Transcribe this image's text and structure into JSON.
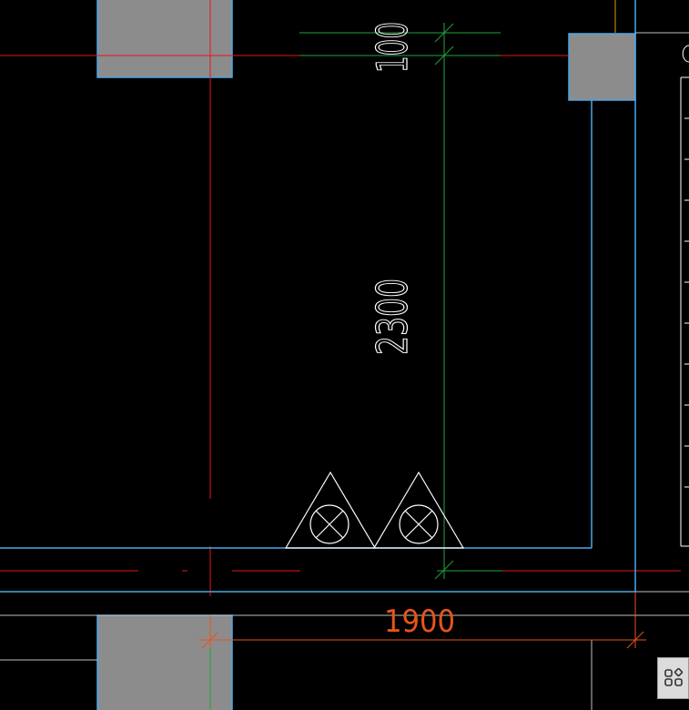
{
  "drawing": {
    "dim_top_vertical": "100",
    "dim_middle_vertical": "2300",
    "dim_bottom_horizontal": "1900",
    "fixture_symbol": "light-fixture-triangle-cross-icon"
  },
  "colors": {
    "background": "#000000",
    "axis_red": "#e8141b",
    "dim_green": "#1fa33b",
    "wall_blue": "#4aa7e8",
    "column_fill": "#8c8c8c",
    "dim_orange": "#e8541b",
    "text_white": "#ffffff"
  },
  "toolbar": {
    "apps_button_icon": "grid-apps-icon"
  }
}
